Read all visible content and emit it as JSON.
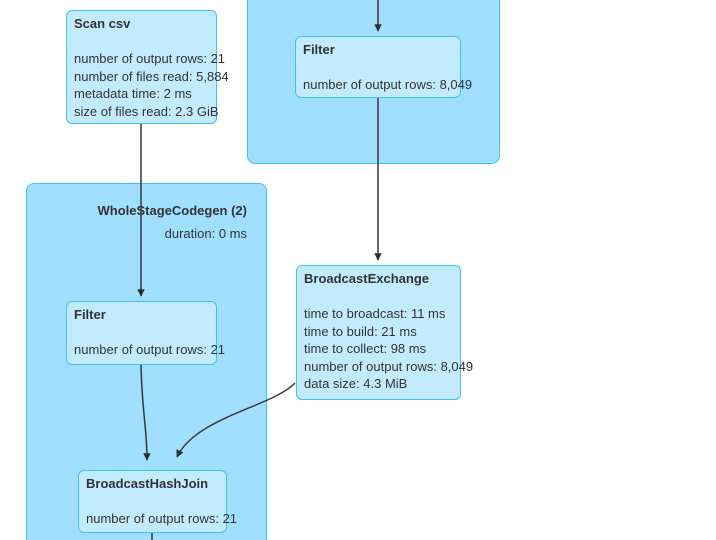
{
  "colors": {
    "background": "#ffffff",
    "cluster_fill": "#a0dfff",
    "cluster_border": "#3ec0ff",
    "node_fill": "#c3ebff",
    "node_border": "#3ec0ff",
    "edge_color": "#383838",
    "text_color": "#333333"
  },
  "clusters": {
    "wsc2": {
      "label": "WholeStageCodegen (2)",
      "duration": "duration: 0 ms"
    }
  },
  "nodes": {
    "scan_csv": {
      "name": "Scan csv",
      "metrics": [
        "number of output rows: 21",
        "number of files read: 5,884",
        "metadata time: 2 ms",
        "size of files read: 2.3 GiB"
      ]
    },
    "filter_top": {
      "name": "Filter",
      "metrics": [
        "number of output rows: 8,049"
      ]
    },
    "filter_wsc2": {
      "name": "Filter",
      "metrics": [
        "number of output rows: 21"
      ]
    },
    "broadcast_exchange": {
      "name": "BroadcastExchange",
      "metrics": [
        "time to broadcast: 11 ms",
        "time to build: 21 ms",
        "time to collect: 98 ms",
        "number of output rows: 8,049",
        "data size: 4.3 MiB"
      ]
    },
    "broadcast_hash_join": {
      "name": "BroadcastHashJoin",
      "metrics": [
        "number of output rows: 21"
      ]
    }
  },
  "edges": [
    {
      "from": "offscreen-top",
      "to": "filter_top"
    },
    {
      "from": "filter_top",
      "to": "broadcast_exchange"
    },
    {
      "from": "scan_csv",
      "to": "filter_wsc2"
    },
    {
      "from": "filter_wsc2",
      "to": "broadcast_hash_join"
    },
    {
      "from": "broadcast_exchange",
      "to": "broadcast_hash_join"
    },
    {
      "from": "broadcast_hash_join",
      "to": "offscreen-bottom"
    }
  ]
}
